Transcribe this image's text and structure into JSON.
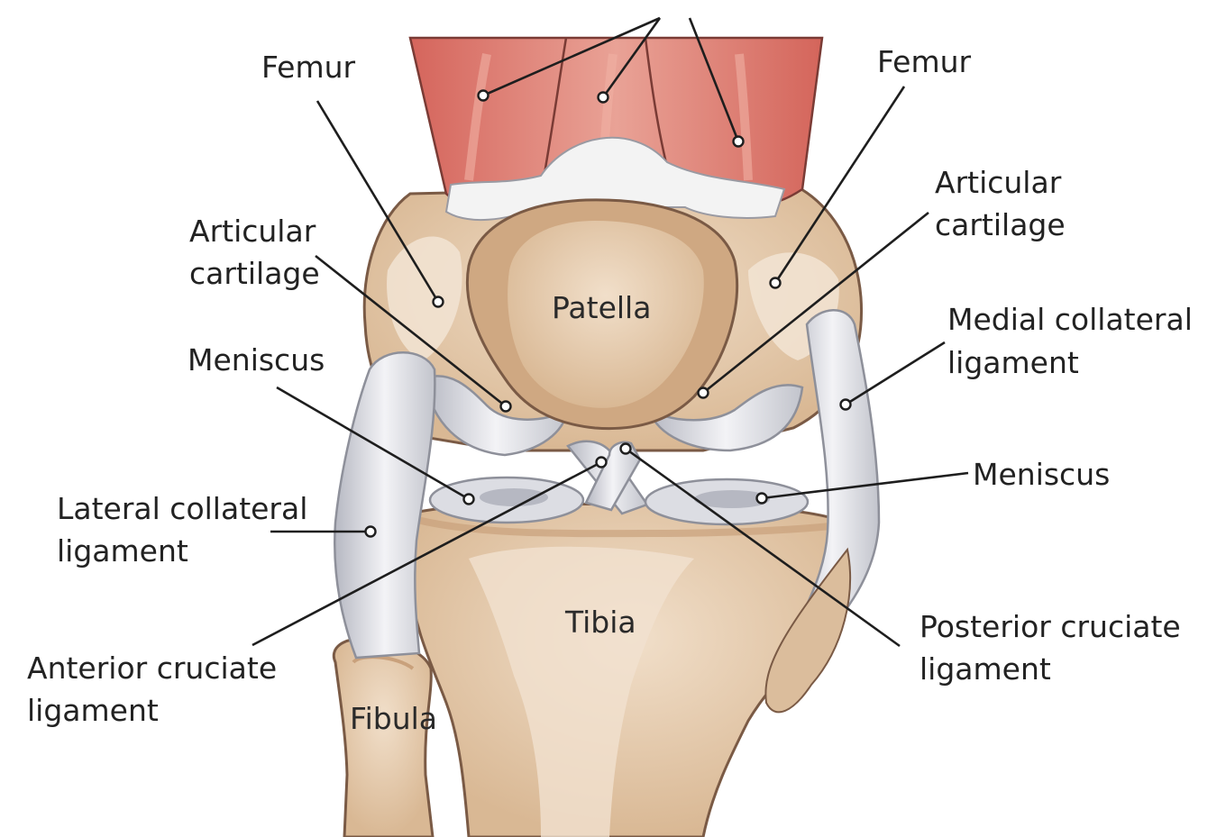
{
  "colors": {
    "background": "#ffffff",
    "bone": "#e3c6a6",
    "bone_light": "#efdcc6",
    "bone_shadow": "#c9a17c",
    "bone_outline": "#7a5a45",
    "muscle": "#dc7b70",
    "muscle_light": "#eaa79a",
    "tendon": "#f1f1f1",
    "ligament": "#dfe0e6",
    "ligament_shadow": "#b4b6c0",
    "leader": "#1e1e1e"
  },
  "labels": {
    "femur_left": "Femur",
    "femur_right": "Femur",
    "articular_cartilage_left": [
      "Articular",
      "cartilage"
    ],
    "articular_cartilage_right": [
      "Articular",
      "cartilage"
    ],
    "meniscus_left": "Meniscus",
    "meniscus_right": "Meniscus",
    "medial_collateral_ligament": [
      "Medial collateral",
      "ligament"
    ],
    "lateral_collateral_ligament": [
      "Lateral collateral",
      "ligament"
    ],
    "anterior_cruciate_ligament": [
      "Anterior cruciate",
      "ligament"
    ],
    "posterior_cruciate_ligament": [
      "Posterior cruciate",
      "ligament"
    ],
    "patella": "Patella",
    "tibia": "Tibia",
    "fibula": "Fibula"
  }
}
